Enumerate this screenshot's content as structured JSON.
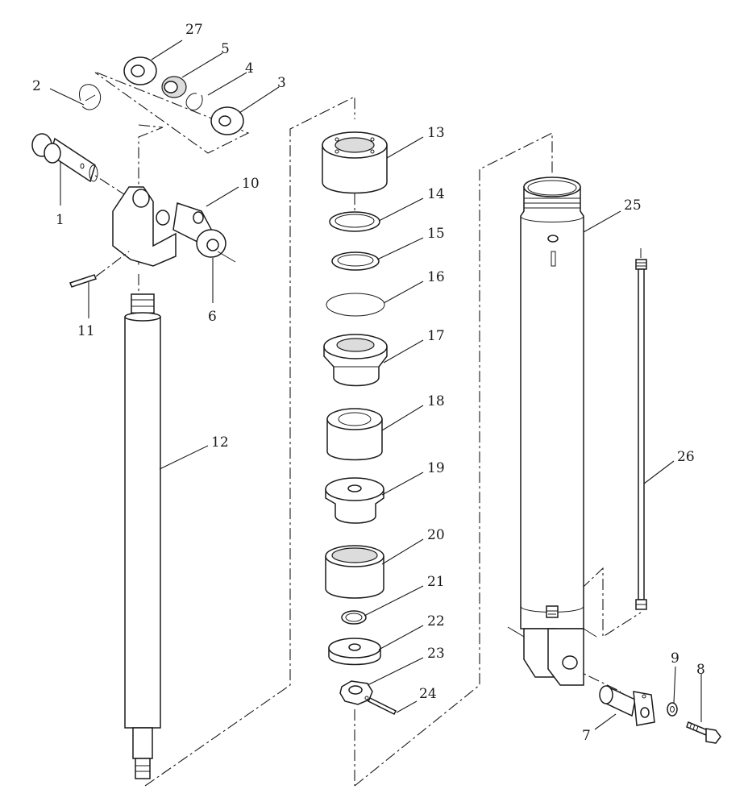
{
  "colors": {
    "ink": "#1a1a1a",
    "paper": "#ffffff"
  },
  "labels": {
    "p1": "1",
    "p2": "2",
    "p3": "3",
    "p4": "4",
    "p5": "5",
    "p6": "6",
    "p7": "7",
    "p8": "8",
    "p9": "9",
    "p10": "10",
    "p11": "11",
    "p12": "12",
    "p13": "13",
    "p14": "14",
    "p15": "15",
    "p16": "16",
    "p17": "17",
    "p18": "18",
    "p19": "19",
    "p20": "20",
    "p21": "21",
    "p22": "22",
    "p23": "23",
    "p24": "24",
    "p25": "25",
    "p26": "26",
    "p27": "27"
  }
}
